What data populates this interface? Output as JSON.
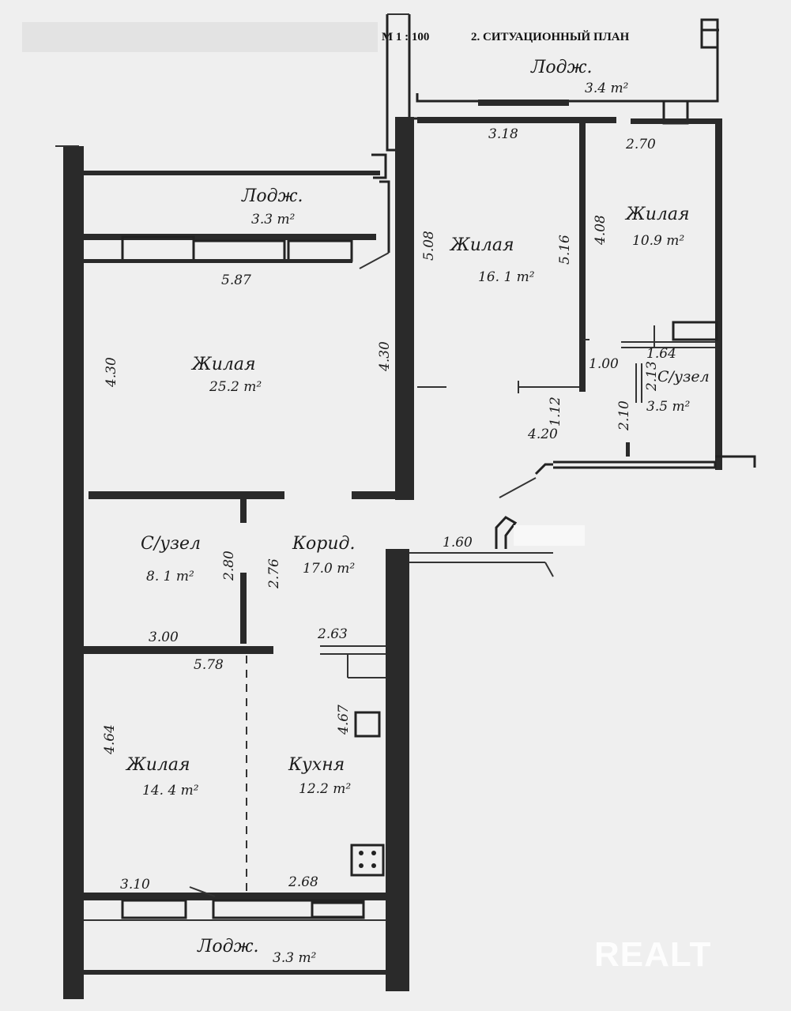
{
  "header": {
    "scale": "M 1 : 100",
    "title": "2. СИТУАЦИОННЫЙ ПЛАН"
  },
  "rooms": {
    "balcony_top_right": {
      "name": "Лодж.",
      "area": "3.4 m²"
    },
    "balcony_top_left": {
      "name": "Лодж.",
      "area": "3.3 m²"
    },
    "living_25": {
      "name": "Жилая",
      "area": "25.2 m²"
    },
    "living_16": {
      "name": "Жилая",
      "area": "16. 1 m²"
    },
    "living_10": {
      "name": "Жилая",
      "area": "10.9 m²"
    },
    "bath_small": {
      "name": "С/узел",
      "area": "3.5 m²"
    },
    "bath_big": {
      "name": "С/узел",
      "area": "8. 1 m²"
    },
    "corridor": {
      "name": "Корид.",
      "area": "17.0 m²"
    },
    "living_14": {
      "name": "Жилая",
      "area": "14. 4 m²"
    },
    "kitchen": {
      "name": "Кухня",
      "area": "12.2 m²"
    },
    "balcony_bottom": {
      "name": "Лодж.",
      "area": "3.3 m²"
    }
  },
  "dimensions": {
    "d318": "3.18",
    "d270": "2.70",
    "d508": "5.08",
    "d516": "5.16",
    "d408": "4.08",
    "d587": "5.87",
    "d430a": "4.30",
    "d430b": "4.30",
    "d164": "1.64",
    "d100": "1.00",
    "d213": "2.13",
    "d210": "2.10",
    "d112": "1.12",
    "d420": "4.20",
    "d160": "1.60",
    "d276": "2.76",
    "d280": "2.80",
    "d300": "3.00",
    "d578": "5.78",
    "d263": "2.63",
    "d464": "4.64",
    "d467": "4.67",
    "d310": "3.10",
    "d268": "2.68"
  },
  "watermark": "REALT"
}
